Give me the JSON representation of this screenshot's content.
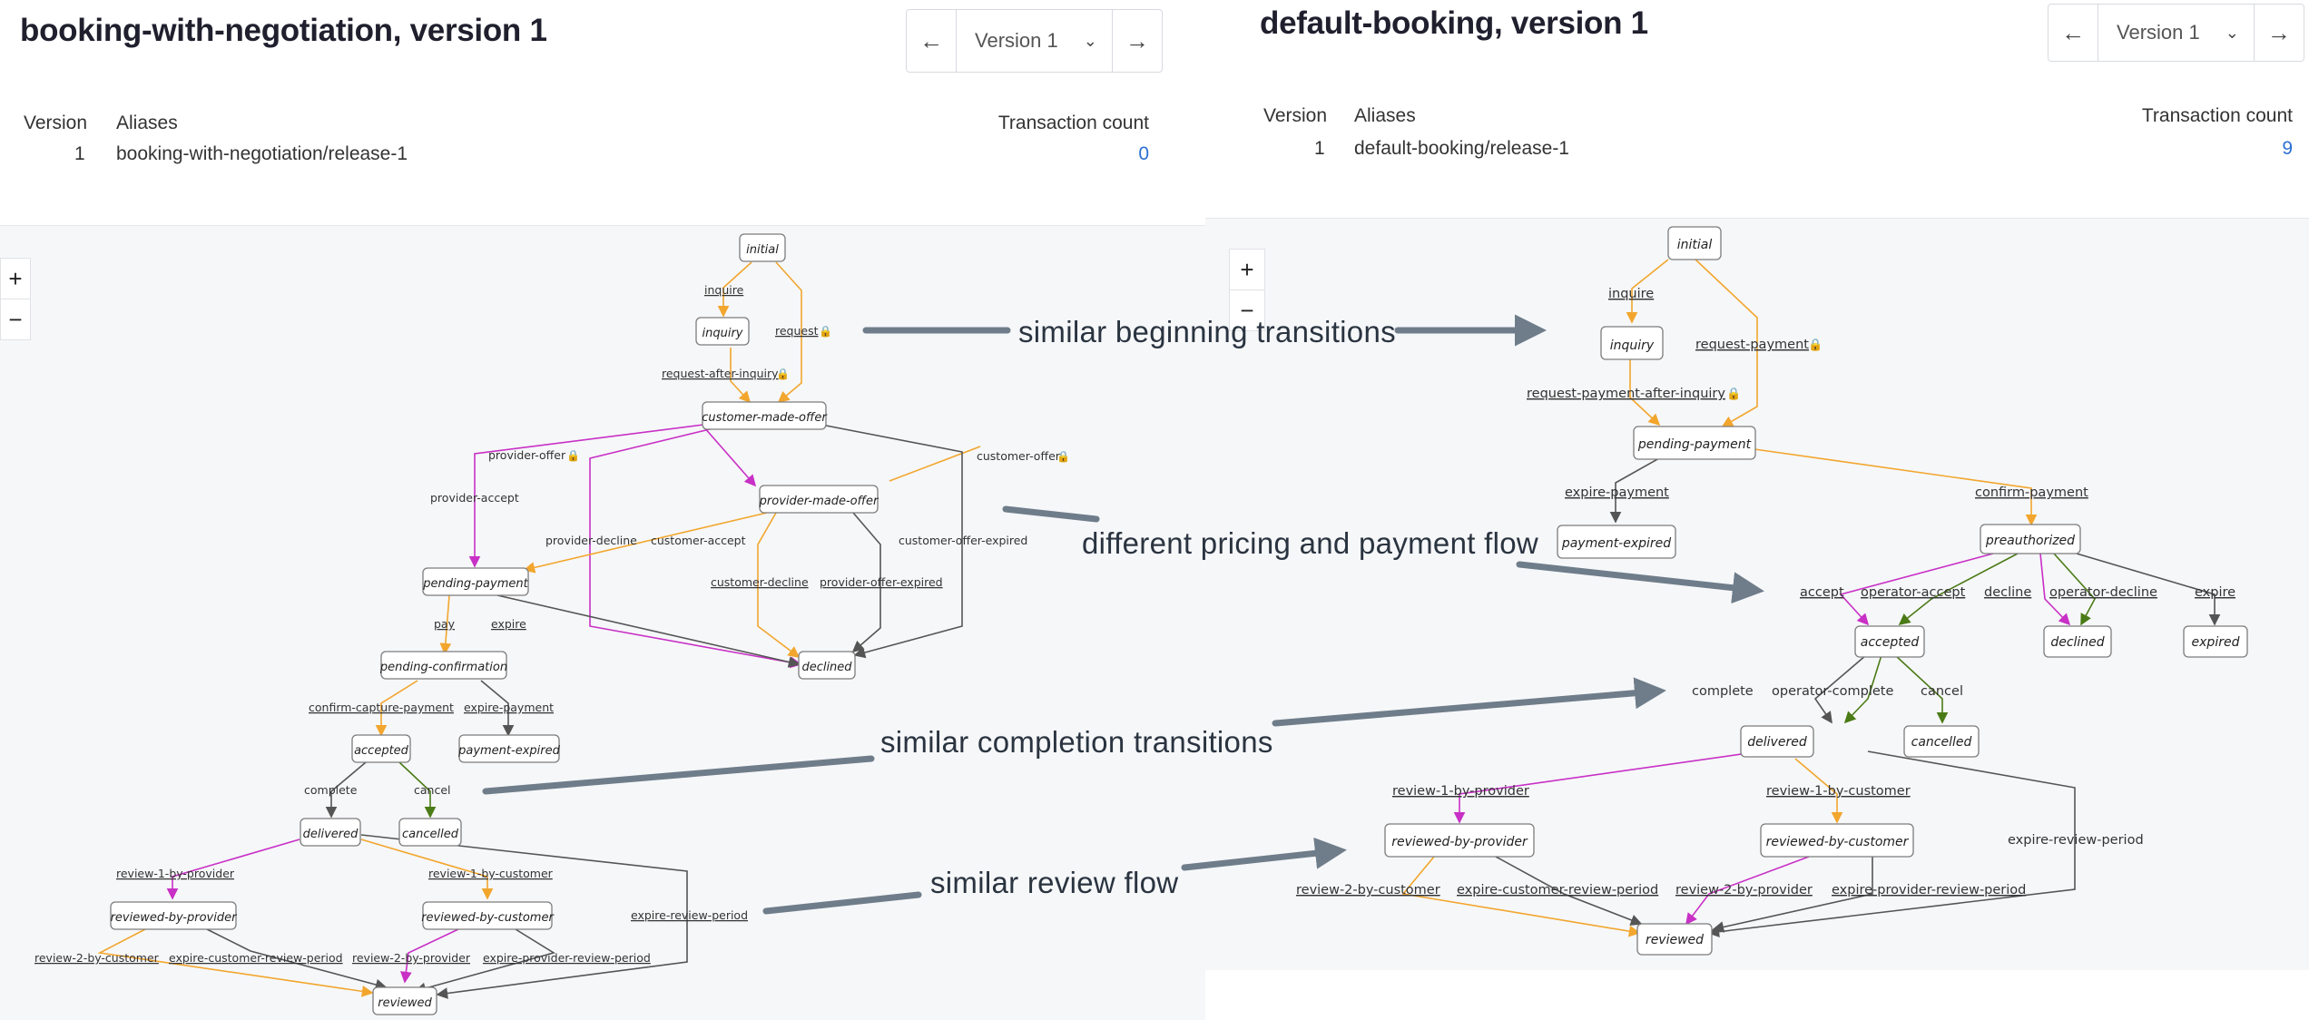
{
  "left": {
    "title": "booking-with-negotiation, version 1",
    "version_select": "Version 1",
    "table": {
      "headers": [
        "Version",
        "Aliases",
        "Transaction count"
      ],
      "row": {
        "version": "1",
        "alias": "booking-with-negotiation/release-1",
        "count": "0"
      }
    },
    "zoom": {
      "in": "+",
      "out": "−"
    },
    "states": [
      "initial",
      "inquiry",
      "customer-made-offer",
      "provider-made-offer",
      "pending-payment",
      "pending-confirmation",
      "declined",
      "accepted",
      "payment-expired",
      "delivered",
      "cancelled",
      "reviewed-by-provider",
      "reviewed-by-customer",
      "reviewed"
    ],
    "transitions": [
      "inquire",
      "request",
      "request-after-inquiry",
      "provider-offer",
      "customer-offer",
      "provider-accept",
      "provider-decline",
      "customer-accept",
      "customer-decline",
      "provider-offer-expired",
      "customer-offer-expired",
      "pay",
      "expire",
      "confirm-capture-payment",
      "expire-payment",
      "complete",
      "cancel",
      "review-1-by-provider",
      "review-1-by-customer",
      "expire-review-period",
      "review-2-by-customer",
      "expire-customer-review-period",
      "review-2-by-provider",
      "expire-provider-review-period"
    ]
  },
  "right": {
    "title": "default-booking, version 1",
    "version_select": "Version 1",
    "table": {
      "headers": [
        "Version",
        "Aliases",
        "Transaction count"
      ],
      "row": {
        "version": "1",
        "alias": "default-booking/release-1",
        "count": "9"
      }
    },
    "zoom": {
      "in": "+",
      "out": "−"
    },
    "states": [
      "initial",
      "inquiry",
      "pending-payment",
      "payment-expired",
      "preauthorized",
      "accepted",
      "declined",
      "expired",
      "delivered",
      "cancelled",
      "reviewed-by-provider",
      "reviewed-by-customer",
      "reviewed"
    ],
    "transitions": [
      "inquire",
      "request-payment",
      "request-payment-after-inquiry",
      "expire-payment",
      "confirm-payment",
      "accept",
      "operator-accept",
      "decline",
      "operator-decline",
      "expire",
      "complete",
      "operator-complete",
      "cancel",
      "review-1-by-provider",
      "review-1-by-customer",
      "expire-review-period",
      "review-2-by-customer",
      "expire-customer-review-period",
      "review-2-by-provider",
      "expire-provider-review-period"
    ]
  },
  "annotations": [
    "similar beginning transitions",
    "different pricing and payment flow",
    "similar completion transitions",
    "similar review flow"
  ],
  "colors": {
    "customer_transition": "#f2a62d",
    "provider_transition": "#c830c6",
    "operator_transition": "#4b7b16",
    "system_transition": "#555555",
    "link": "#2c6fd3"
  },
  "icons": [
    "arrow-left-icon",
    "arrow-right-icon",
    "chevron-down-icon",
    "plus-icon",
    "minus-icon",
    "lock-icon"
  ]
}
